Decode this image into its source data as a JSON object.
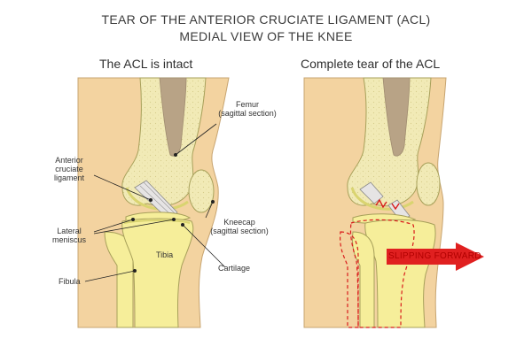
{
  "title_line1": "TEAR OF THE ANTERIOR CRUCIATE LIGAMENT (ACL)",
  "title_line2": "MEDIAL VIEW OF THE KNEE",
  "left_panel": {
    "heading": "The ACL is intact"
  },
  "right_panel": {
    "heading": "Complete tear of the ACL"
  },
  "labels": {
    "femur": "Femur",
    "femur_sub": "(sagittal section)",
    "acl_1": "Anterior",
    "acl_2": "cruciate",
    "acl_3": "ligament",
    "kneecap": "Kneecap",
    "kneecap_sub": "(sagittal section)",
    "lateral_1": "Lateral",
    "lateral_2": "meniscus",
    "tibia": "Tibia",
    "cartilage": "Cartilage",
    "fibula": "Fibula",
    "slipping": "SLIPPING FORWARD"
  },
  "colors": {
    "leg": "#f3d3a0",
    "leg_outline": "#c7a470",
    "bone": "#f1eab6",
    "bone_outline": "#a7a05a",
    "marrow": "#b8a386",
    "tibia": "#f6ee9a",
    "ligament": "#e6e4e4",
    "tear": "#d91b1b",
    "arrow": "#e02020"
  }
}
